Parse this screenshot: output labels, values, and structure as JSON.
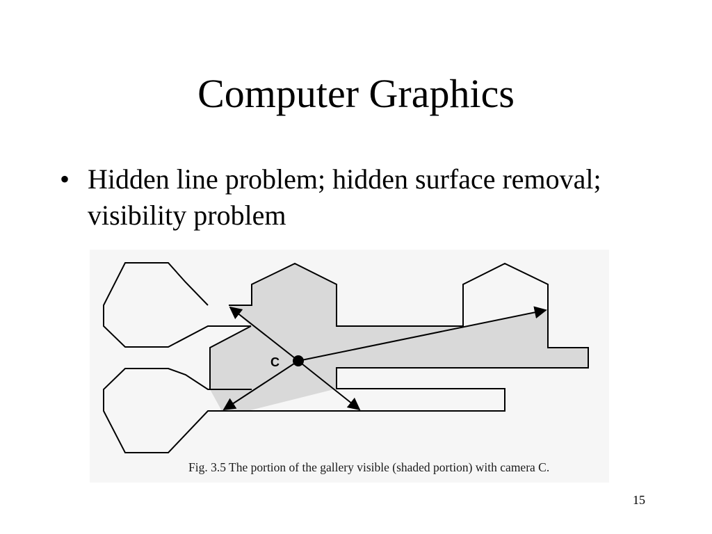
{
  "slide": {
    "title": "Computer Graphics",
    "bullets": [
      {
        "marker": "•",
        "text": "Hidden line problem; hidden surface removal; visibility problem"
      }
    ],
    "page_number": "15"
  },
  "figure": {
    "caption": "Fig. 3.5 The portion of the gallery visible (shaded portion) with camera C.",
    "camera_label": "C",
    "colors": {
      "panel_background": "#f6f6f6",
      "visible_region_fill": "#d9d9d9",
      "outline": "#000000"
    }
  }
}
